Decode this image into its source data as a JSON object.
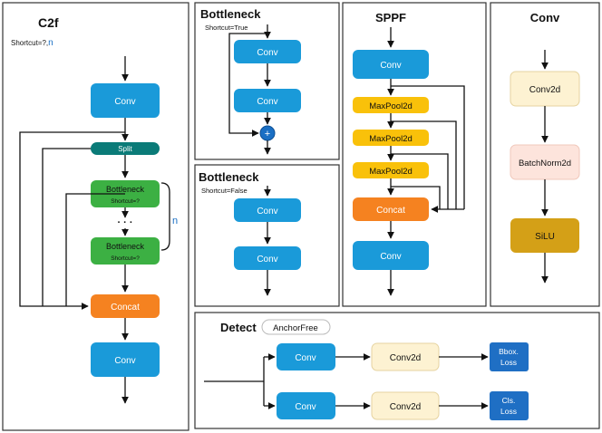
{
  "colors": {
    "conv": "#1a9ad9",
    "split": "#0b7b78",
    "bottleneck": "#3cb043",
    "concat": "#f58220",
    "maxpool": "#f9c10a",
    "conv2d": "#fdf2d2",
    "batchnorm": "#fde4dc",
    "silu": "#d4a017",
    "loss": "#1f6fc4",
    "n_marker": "#1a6fc4"
  },
  "c2f": {
    "title": "C2f",
    "shortcut": "Shortcut=?,",
    "n": "n",
    "conv_top": "Conv",
    "split": "Split",
    "bottleneck1": "Bottleneck",
    "bottleneck1_sub": "Shortcut=?",
    "dots": "· · ·",
    "bottleneck2": "Bottleneck",
    "bottleneck2_sub": "Shortcut=?",
    "bracket_n": "n",
    "concat": "Concat",
    "conv_bottom": "Conv"
  },
  "bottleneck_true": {
    "title": "Bottleneck",
    "shortcut": "Shortcut=True",
    "conv1": "Conv",
    "conv2": "Conv",
    "add": "+"
  },
  "bottleneck_false": {
    "title": "Bottleneck",
    "shortcut": "Shortcut=False",
    "conv1": "Conv",
    "conv2": "Conv"
  },
  "sppf": {
    "title": "SPPF",
    "conv_top": "Conv",
    "maxpool1": "MaxPool2d",
    "maxpool2": "MaxPool2d",
    "maxpool3": "MaxPool2d",
    "concat": "Concat",
    "conv_bottom": "Conv"
  },
  "conv": {
    "title": "Conv",
    "conv2d": "Conv2d",
    "batchnorm": "BatchNorm2d",
    "silu": "SiLU"
  },
  "detect": {
    "title": "Detect",
    "tag": "AnchorFree",
    "conv_top": "Conv",
    "conv2d_top": "Conv2d",
    "bbox_loss": [
      "Bbox.",
      "Loss"
    ],
    "conv_bottom": "Conv",
    "conv2d_bottom": "Conv2d",
    "cls_loss": [
      "Cls.",
      "Loss"
    ]
  }
}
